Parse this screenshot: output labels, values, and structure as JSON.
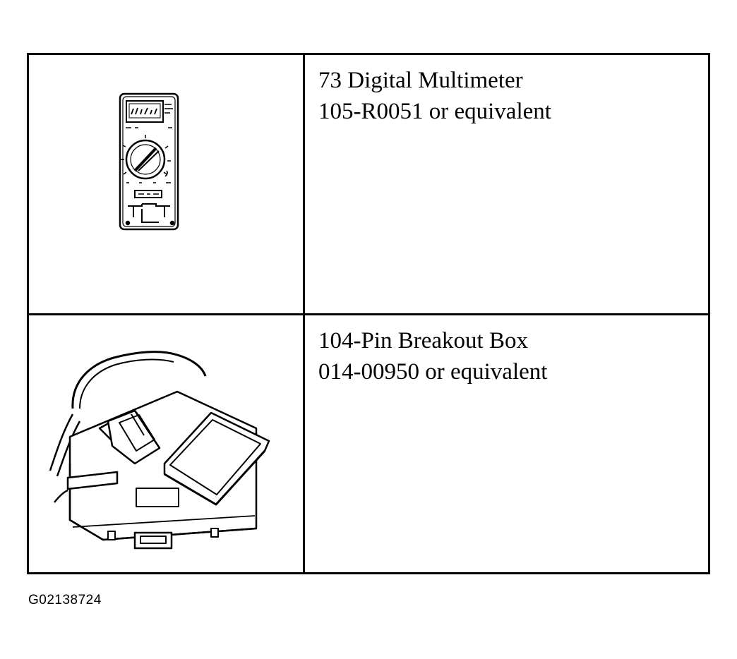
{
  "tools": [
    {
      "name": "73 Digital Multimeter",
      "part_number": "105-R0051 or equivalent",
      "illustration_icon": "digital-multimeter-icon"
    },
    {
      "name": "104-Pin Breakout Box",
      "part_number": "014-00950 or equivalent",
      "illustration_icon": "breakout-box-icon"
    }
  ],
  "figure_id": "G02138724"
}
